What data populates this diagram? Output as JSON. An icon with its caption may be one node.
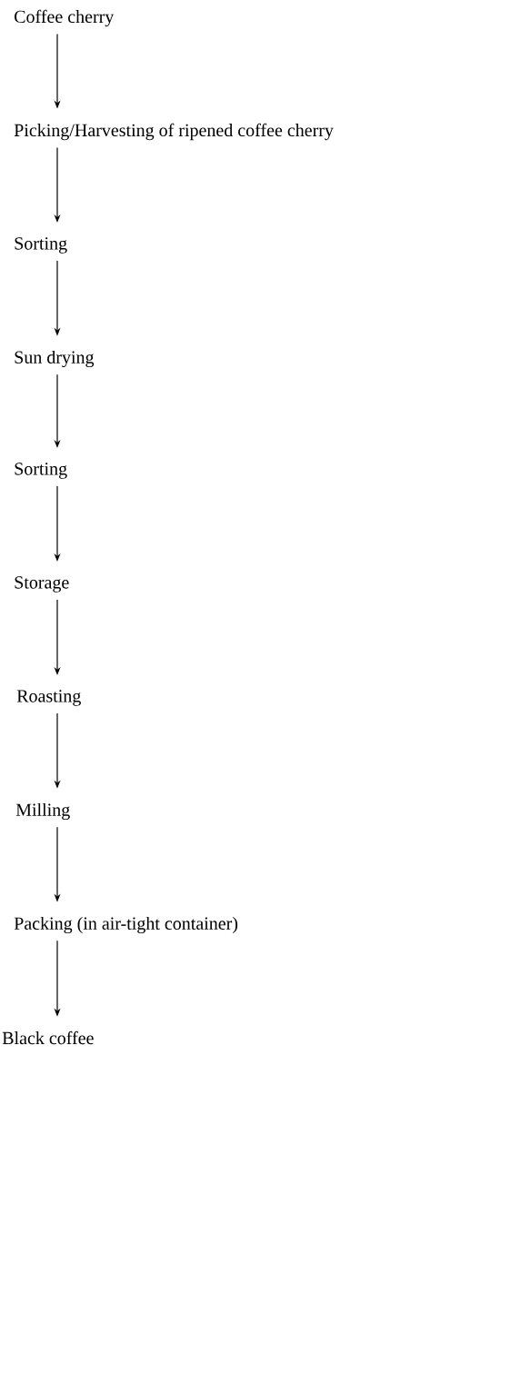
{
  "diagram": {
    "nodes": [
      {
        "text": [
          "Coffee cherry"
        ]
      },
      {
        "text": [
          "Picking/Harvesting of ripened coffee cherry"
        ]
      },
      {
        "text": [
          "Sorting"
        ]
      },
      {
        "text": [
          "Sun drying"
        ]
      },
      {
        "text": [
          "Sorting"
        ]
      },
      {
        "text": [
          "Storage"
        ]
      },
      {
        "text": [
          "Roasting"
        ]
      },
      {
        "text": [
          "Milling"
        ]
      },
      {
        "text": [
          "Packing (in air-tight container)"
        ]
      },
      {
        "text": [
          "Black coffee"
        ]
      }
    ],
    "edges": [
      {
        "from": 0,
        "to": 1,
        "arrow": "to"
      },
      {
        "from": 1,
        "to": 2,
        "arrow": "to"
      },
      {
        "from": 2,
        "to": 3,
        "arrow": "to"
      },
      {
        "from": 3,
        "to": 4,
        "arrow": "to"
      },
      {
        "from": 4,
        "to": 5,
        "arrow": "to"
      },
      {
        "from": 5,
        "to": 6,
        "arrow": "to"
      },
      {
        "from": 6,
        "to": 7,
        "arrow": "to"
      },
      {
        "from": 7,
        "to": 8,
        "arrow": "to"
      },
      {
        "from": 8,
        "to": 9,
        "arrow": "to"
      }
    ]
  }
}
